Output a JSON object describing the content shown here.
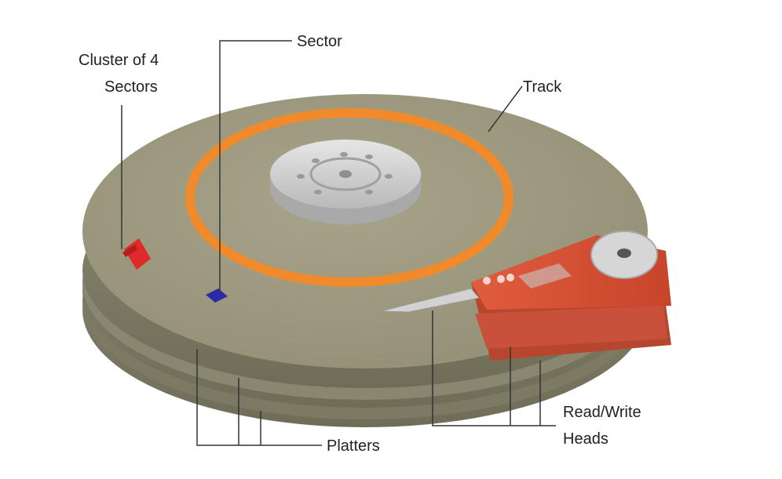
{
  "labels": {
    "cluster_line1": "Cluster of 4",
    "cluster_line2": "Sectors",
    "sector": "Sector",
    "track": "Track",
    "platters": "Platters",
    "heads_line1": "Read/Write",
    "heads_line2": "Heads"
  },
  "colors": {
    "platter_top": "#9e9a80",
    "platter_side": "#85826b",
    "track": "#f08a2a",
    "sector": "#2b2ba8",
    "cluster": "#e02a2a",
    "arm": "#d9553a",
    "spindle": "#cfcfcf",
    "leader_line": "#333333"
  }
}
